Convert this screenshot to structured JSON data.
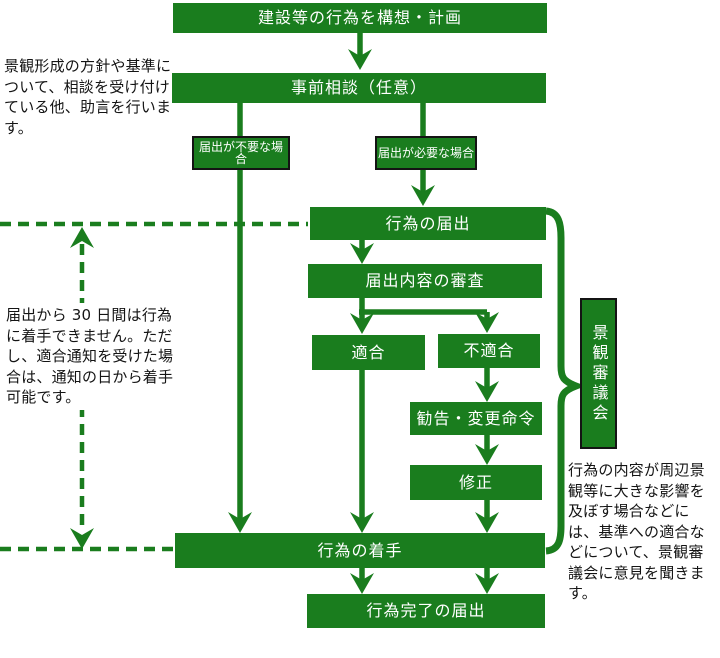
{
  "colors": {
    "green": "#1a7d1e",
    "dark": "#141414"
  },
  "flow": {
    "plan": "建設等の行為を構想・計画",
    "consult": "事前相談（任意）",
    "no_notify_label": "届出が不要な場合",
    "notify_label": "届出が必要な場合",
    "notify": "行為の届出",
    "review": "届出内容の審査",
    "conform": "適合",
    "nonconform": "不適合",
    "order": "勧告・変更命令",
    "revise": "修正",
    "start": "行為の着手",
    "complete": "行為完了の届出",
    "council": "景観審議会"
  },
  "notes": {
    "advice": "景観形成の方針や基準について、相談を受け付けている他、助言を行います。",
    "thirty_days": "届出から 30 日間は行為に着手できません。ただし、適合通知を受けた場合は、通知の日から着手可能です。",
    "council_note": "行為の内容が周辺景観等に大きな影響を及ぼす場合などには、基準への適合などについて、景観審議会に意見を聞きます。"
  }
}
